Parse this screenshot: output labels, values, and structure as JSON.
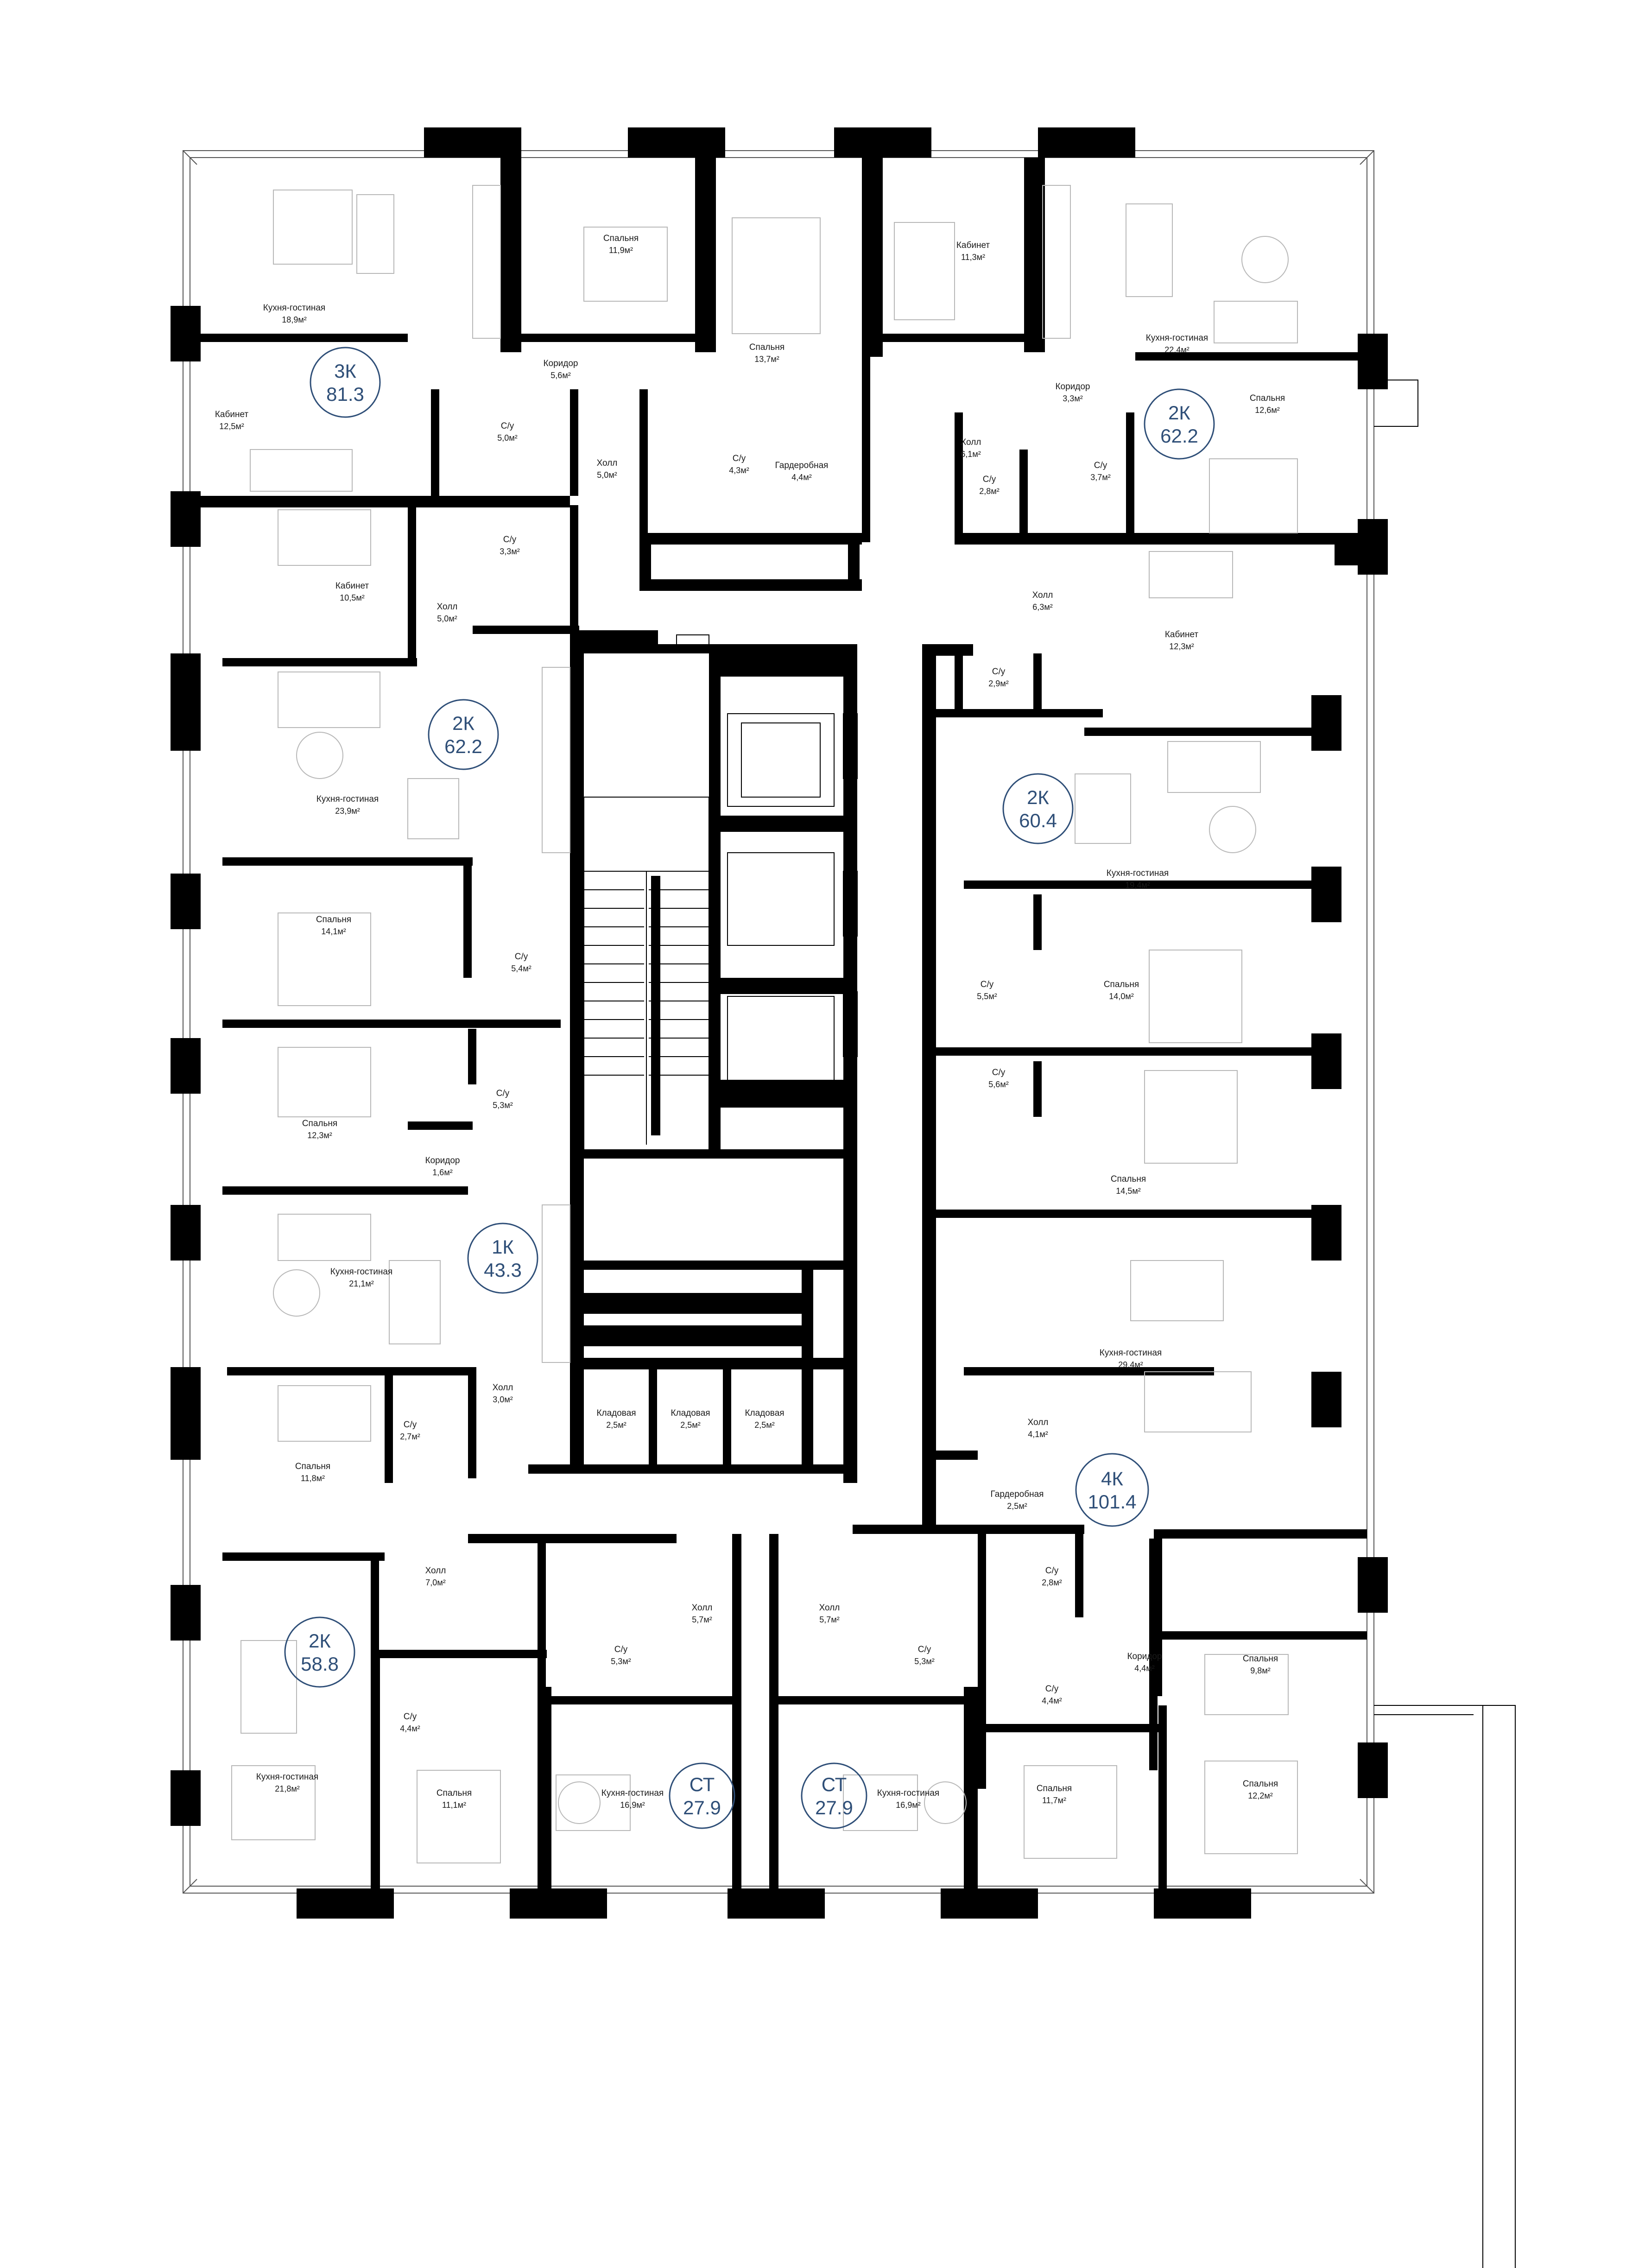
{
  "apartments": [
    {
      "code": "3К",
      "area": "81.3"
    },
    {
      "code": "2К",
      "area": "62.2"
    },
    {
      "code": "2К",
      "area": "62.2"
    },
    {
      "code": "2К",
      "area": "60.4"
    },
    {
      "code": "1К",
      "area": "43.3"
    },
    {
      "code": "4К",
      "area": "101.4"
    },
    {
      "code": "2К",
      "area": "58.8"
    },
    {
      "code": "СТ",
      "area": "27.9"
    },
    {
      "code": "СТ",
      "area": "27.9"
    }
  ],
  "rooms": [
    {
      "name": "Кухня-гостиная",
      "area": "18,9м²"
    },
    {
      "name": "Спальня",
      "area": "11,9м²"
    },
    {
      "name": "Спальня",
      "area": "13,7м²"
    },
    {
      "name": "Кабинет",
      "area": "11,3м²"
    },
    {
      "name": "Кухня-гостиная",
      "area": "22,4м²"
    },
    {
      "name": "Коридор",
      "area": "5,6м²"
    },
    {
      "name": "Коридор",
      "area": "3,3м²"
    },
    {
      "name": "Кабинет",
      "area": "12,5м²"
    },
    {
      "name": "С/у",
      "area": "5,0м²"
    },
    {
      "name": "Холл",
      "area": "5,0м²"
    },
    {
      "name": "С/у",
      "area": "4,3м²"
    },
    {
      "name": "Гардеробная",
      "area": "4,4м²"
    },
    {
      "name": "Холл",
      "area": "6,1м²"
    },
    {
      "name": "С/у",
      "area": "2,8м²"
    },
    {
      "name": "С/у",
      "area": "3,7м²"
    },
    {
      "name": "Спальня",
      "area": "12,6м²"
    },
    {
      "name": "С/у",
      "area": "3,3м²"
    },
    {
      "name": "Кабинет",
      "area": "10,5м²"
    },
    {
      "name": "Холл",
      "area": "5,0м²"
    },
    {
      "name": "Холл",
      "area": "6,3м²"
    },
    {
      "name": "Кабинет",
      "area": "12,3м²"
    },
    {
      "name": "С/у",
      "area": "2,9м²"
    },
    {
      "name": "Кухня-гостиная",
      "area": "23,9м²"
    },
    {
      "name": "Кухня-гостиная",
      "area": "19,4м²"
    },
    {
      "name": "Спальня",
      "area": "14,1м²"
    },
    {
      "name": "С/у",
      "area": "5,4м²"
    },
    {
      "name": "С/у",
      "area": "5,5м²"
    },
    {
      "name": "Спальня",
      "area": "14,0м²"
    },
    {
      "name": "Спальня",
      "area": "12,3м²"
    },
    {
      "name": "С/у",
      "area": "5,3м²"
    },
    {
      "name": "Коридор",
      "area": "1,6м²"
    },
    {
      "name": "С/у",
      "area": "5,6м²"
    },
    {
      "name": "Спальня",
      "area": "14,5м²"
    },
    {
      "name": "Кухня-гостиная",
      "area": "21,1м²"
    },
    {
      "name": "Кухня-гостиная",
      "area": "29,4м²"
    },
    {
      "name": "Холл",
      "area": "3,0м²"
    },
    {
      "name": "Кладовая",
      "area": "2,5м²"
    },
    {
      "name": "Кладовая",
      "area": "2,5м²"
    },
    {
      "name": "Кладовая",
      "area": "2,5м²"
    },
    {
      "name": "С/у",
      "area": "2,7м²"
    },
    {
      "name": "Спальня",
      "area": "11,8м²"
    },
    {
      "name": "Холл",
      "area": "4,1м²"
    },
    {
      "name": "Гардеробная",
      "area": "2,5м²"
    },
    {
      "name": "Холл",
      "area": "7,0м²"
    },
    {
      "name": "Холл",
      "area": "5,7м²"
    },
    {
      "name": "Холл",
      "area": "5,7м²"
    },
    {
      "name": "С/у",
      "area": "2,8м²"
    },
    {
      "name": "С/у",
      "area": "5,3м²"
    },
    {
      "name": "С/у",
      "area": "5,3м²"
    },
    {
      "name": "Коридор",
      "area": "4,4м²"
    },
    {
      "name": "С/у",
      "area": "4,4м²"
    },
    {
      "name": "Спальня",
      "area": "9,8м²"
    },
    {
      "name": "С/у",
      "area": "4,4м²"
    },
    {
      "name": "Кухня-гостиная",
      "area": "21,8м²"
    },
    {
      "name": "Спальня",
      "area": "11,1м²"
    },
    {
      "name": "Кухня-гостиная",
      "area": "16,9м²"
    },
    {
      "name": "Кухня-гостиная",
      "area": "16,9м²"
    },
    {
      "name": "Спальня",
      "area": "11,7м²"
    },
    {
      "name": "Спальня",
      "area": "12,2м²"
    }
  ]
}
